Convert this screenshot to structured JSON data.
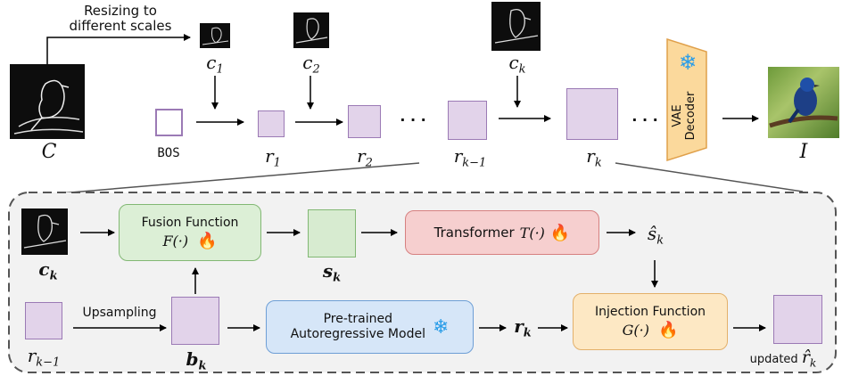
{
  "top": {
    "resize_label": "Resizing to\ndifferent scales",
    "cond_main": "C",
    "cond_scales": [
      "c",
      "c",
      "c"
    ],
    "cond_scale_subs": [
      "1",
      "2",
      "k"
    ],
    "bos": "BOS",
    "tokens": [
      "r",
      "r",
      "r",
      "r"
    ],
    "token_subs": [
      "1",
      "2",
      "k−1",
      "k"
    ],
    "ellipsis": "· · ·",
    "vae": "VAE\nDecoder",
    "output": "I"
  },
  "bottom": {
    "ck": "c",
    "ck_sub": "k",
    "rk1": "r",
    "rk1_sub": "k−1",
    "upsampling": "Upsampling",
    "bk": "b",
    "bk_sub": "k",
    "fusion_title": "Fusion Function",
    "fusion_math": "F(·)",
    "sk": "s",
    "sk_sub": "k",
    "transformer_title": "Transformer",
    "transformer_math": "T(·)",
    "shat": "ŝ",
    "shat_sub": "k",
    "pretrained": "Pre-trained\nAutoregressive Model",
    "rk": "r",
    "rk_sub": "k",
    "injection_title": "Injection Function",
    "injection_math": "G(·)",
    "updated_prefix": "updated",
    "rhat": "r̂",
    "rhat_sub": "k"
  },
  "colors": {
    "token_fill": "#e2d3ea",
    "token_border": "#9b7ab5",
    "green_fill": "#d7ebd0",
    "green_border": "#82b874",
    "fusion_fill": "#dcefd6",
    "transformer_fill": "#f6cfcf",
    "pretrained_fill": "#d6e6f8",
    "injection_fill": "#fde8c4",
    "vae_fill": "#fbd99c",
    "snow": "#2a9de8",
    "flame": "#e8402c"
  },
  "icons": [
    "snowflake-icon",
    "flame-icon",
    "arrow-icon"
  ]
}
